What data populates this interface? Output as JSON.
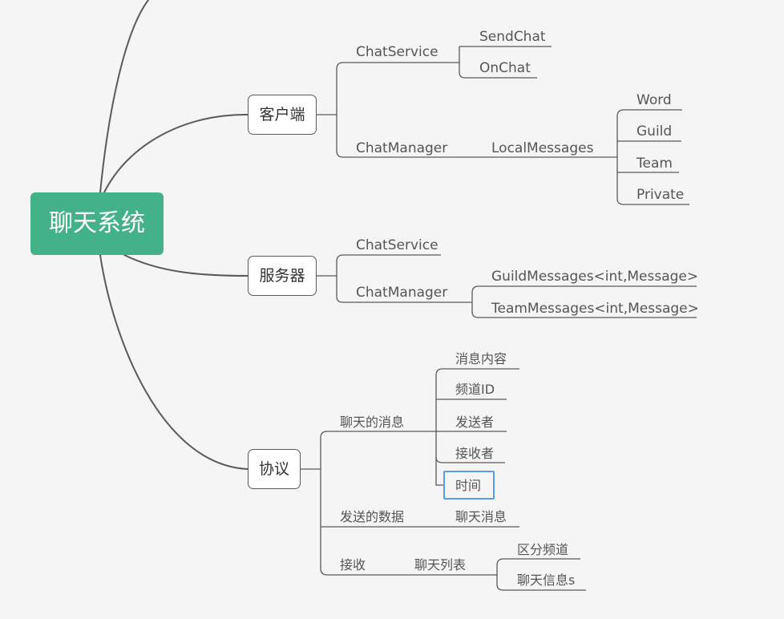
{
  "root": {
    "label": "聊天系统"
  },
  "branches": [
    {
      "label": "客户端",
      "children": [
        {
          "label": "ChatService",
          "children": [
            "SendChat",
            "OnChat"
          ]
        },
        {
          "label": "ChatManager",
          "children": [
            {
              "label": "LocalMessages",
              "children": [
                "Word",
                "Guild",
                "Team",
                "Private"
              ]
            }
          ]
        }
      ]
    },
    {
      "label": "服务器",
      "children": [
        {
          "label": "ChatService"
        },
        {
          "label": "ChatManager",
          "children": [
            "GuildMessages<int,Message>",
            "TeamMessages<int,Message>"
          ]
        }
      ]
    },
    {
      "label": "协议",
      "children": [
        {
          "label": "聊天的消息",
          "children": [
            "消息内容",
            "频道ID",
            "发送者",
            "接收者",
            "时间"
          ]
        },
        {
          "label": "发送的数据",
          "children": [
            "聊天消息"
          ]
        },
        {
          "label": "接收",
          "children": [
            {
              "label": "聊天列表",
              "children": [
                "区分频道",
                "聊天信息s"
              ]
            }
          ]
        }
      ]
    }
  ],
  "selected_node": "时间",
  "colors": {
    "background": "#f5f5f5",
    "root_fill": "#44b289",
    "connector": "#5a5a5a",
    "selection": "#5b9ce8"
  }
}
